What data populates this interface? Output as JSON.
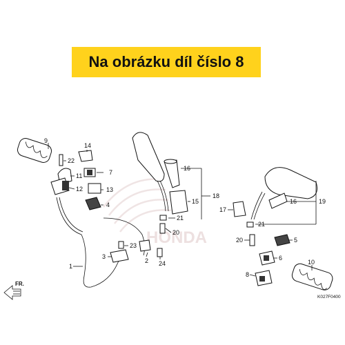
{
  "banner": {
    "text": "Na obrázku díl číslo 8",
    "color": "#ffd21c"
  },
  "callouts": {
    "p1": "1",
    "p2": "2",
    "p3": "3",
    "p4": "4",
    "p5": "5",
    "p6": "6",
    "p7": "7",
    "p8": "8",
    "p9": "9",
    "p10": "10",
    "p11": "11",
    "p12": "12",
    "p13": "13",
    "p14": "14",
    "p15": "15",
    "p16a": "16",
    "p16b": "16",
    "p17": "17",
    "p18": "18",
    "p19": "19",
    "p20a": "20",
    "p20b": "20",
    "p21a": "21",
    "p21b": "21",
    "p22": "22",
    "p23": "23",
    "p24": "24"
  },
  "direction_label": "FR.",
  "watermark": "HONDA",
  "diagram_code": "K027F0400"
}
